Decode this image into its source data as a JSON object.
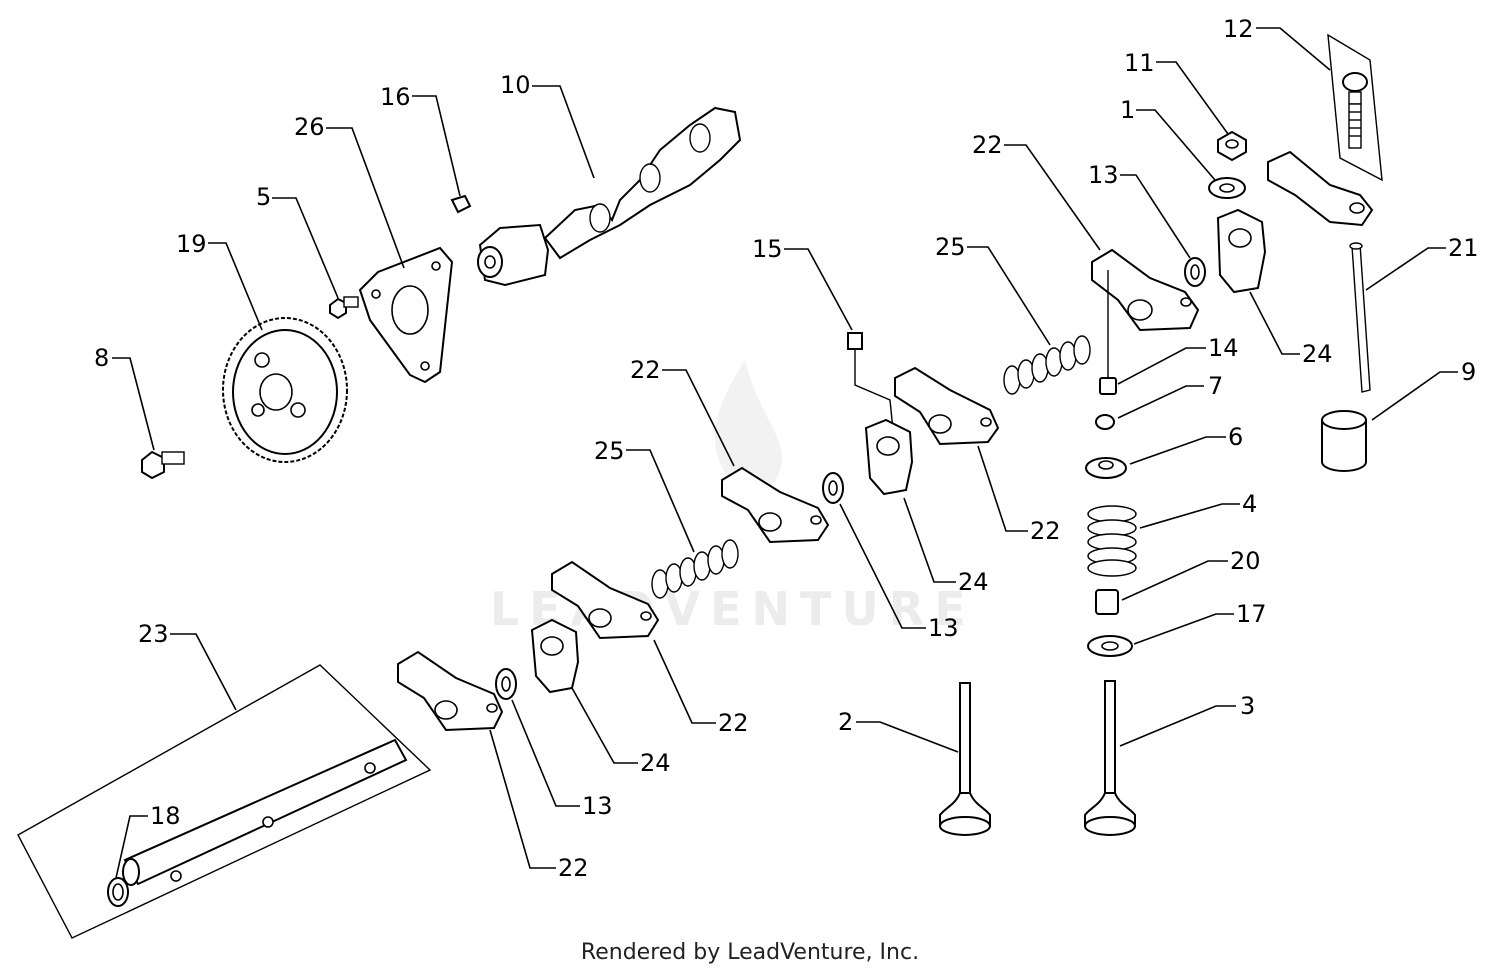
{
  "footer": {
    "text": "Rendered by LeadVenture, Inc."
  },
  "watermark": {
    "text": "LEADVENTURE"
  },
  "callouts": {
    "c12": "12",
    "c11": "11",
    "c1": "1",
    "c16": "16",
    "c10": "10",
    "c26": "26",
    "c5": "5",
    "c19": "19",
    "c22a": "22",
    "c13a": "13",
    "c25a": "25",
    "c15": "15",
    "c21": "21",
    "c8": "8",
    "c22b": "22",
    "c14": "14",
    "c24a": "24",
    "c9": "9",
    "c7": "7",
    "c25b": "25",
    "c6": "6",
    "c22c": "22",
    "c4": "4",
    "c24b": "24",
    "c20": "20",
    "c17": "17",
    "c13b": "13",
    "c23": "23",
    "c2": "2",
    "c3": "3",
    "c22d": "22",
    "c24c": "24",
    "c13c": "13",
    "c18": "18",
    "c22e": "22"
  }
}
